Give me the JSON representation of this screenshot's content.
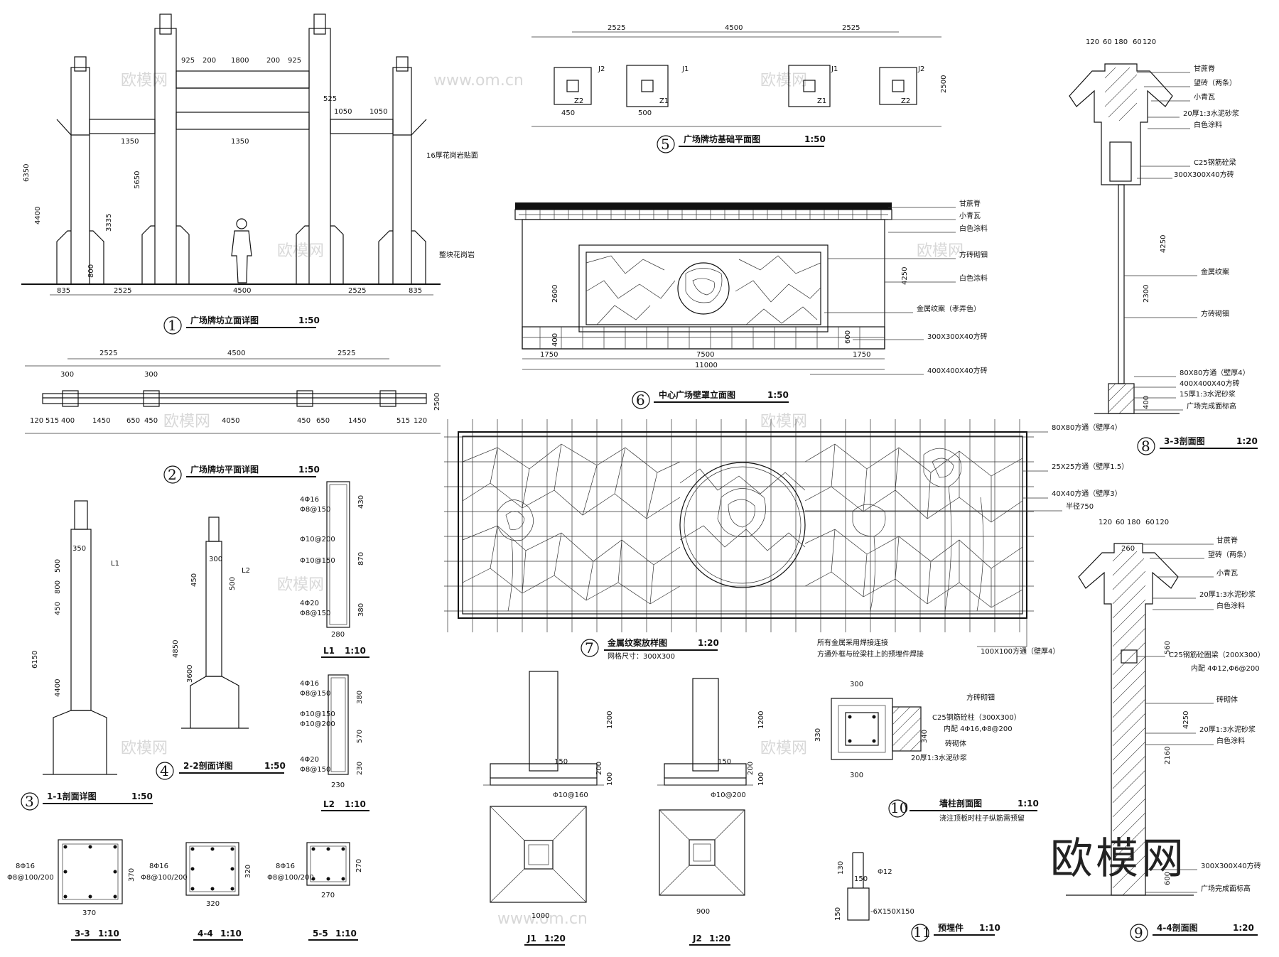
{
  "drawings": {
    "d1": {
      "num": "1",
      "title": "广场牌坊立面详图",
      "scale": "1:50",
      "dims_bottom": [
        "835",
        "2525",
        "4500",
        "2525",
        "835"
      ],
      "dims_top": [
        "925",
        "200",
        "1800",
        "200",
        "925"
      ],
      "dims_left": [
        "6350",
        "4400",
        "5650",
        "3335",
        "800"
      ],
      "dims_mid": [
        "1350",
        "1350",
        "1050",
        "1050",
        "525"
      ],
      "labels": [
        "16厚花岗岩贴面",
        "整块花岗岩"
      ]
    },
    "d2": {
      "num": "2",
      "title": "广场牌坊平面详图",
      "scale": "1:50",
      "dims_top": [
        "2525",
        "4500",
        "2525"
      ],
      "dims_bottom": [
        "120",
        "515",
        "400",
        "1450",
        "650",
        "450",
        "4050",
        "450",
        "650",
        "1450",
        "515",
        "120"
      ],
      "dims_side": [
        "2500",
        "300",
        "300"
      ]
    },
    "d3": {
      "num": "3",
      "title": "1-1剖面详图",
      "scale": "1:50",
      "dims": [
        "350",
        "500",
        "800",
        "450",
        "6150",
        "4400"
      ],
      "tag": "L1"
    },
    "d4": {
      "num": "4",
      "title": "2-2剖面详图",
      "scale": "1:50",
      "dims": [
        "300",
        "450",
        "500",
        "4850",
        "3600"
      ],
      "tag": "L2"
    },
    "d5": {
      "num": "5",
      "title": "广场牌坊基础平面图",
      "scale": "1:50",
      "dims": [
        "2525",
        "4500",
        "2525",
        "2500",
        "450",
        "500"
      ],
      "tags": [
        "J2",
        "J1",
        "J1",
        "J2",
        "Z2",
        "Z1",
        "Z1",
        "Z2"
      ]
    },
    "d6": {
      "num": "6",
      "title": "中心广场壁罩立面图",
      "scale": "1:50",
      "dims": [
        "1750",
        "7500",
        "1750",
        "11000",
        "2600",
        "4250",
        "600",
        "400"
      ],
      "labels": [
        "甘蔗脊",
        "小青瓦",
        "白色涂料",
        "方砖砌钿",
        "白色涂料",
        "金属纹案（孝弄色）",
        "300X300X40方砖",
        "400X400X40方砖"
      ]
    },
    "d7": {
      "num": "7",
      "title": "金属纹案放样图",
      "scale": "1:20",
      "subtitle": "网格尺寸：300X300",
      "labels": [
        "80X80方通（壁厚4）",
        "25X25方通（壁厚1.5）",
        "40X40方通（壁厚3）",
        "半径750",
        "100X100方通（壁厚4）"
      ],
      "notes": [
        "所有金属采用焊接连接",
        "方通外框与砼梁柱上的预埋件焊接"
      ]
    },
    "d8": {
      "num": "8",
      "title": "3-3剖面图",
      "scale": "1:20",
      "dims": [
        "120",
        "60",
        "180",
        "60",
        "120",
        "4250",
        "2300",
        "400"
      ],
      "labels": [
        "甘蔗脊",
        "望砖（两条）",
        "小青瓦",
        "20厚1:3水泥砂浆",
        "白色涂料",
        "C25钢筋砼梁",
        "300X300X40方砖",
        "金属纹案",
        "方砖砌钿",
        "80X80方通（壁厚4）",
        "400X400X40方砖",
        "15厚1:3水泥砂浆",
        "广场完成面标高"
      ]
    },
    "d9": {
      "num": "9",
      "title": "4-4剖面图",
      "scale": "1:20",
      "dims": [
        "120",
        "60",
        "180",
        "60",
        "120",
        "260",
        "4250",
        "2160",
        "560",
        "600"
      ],
      "labels": [
        "甘蔗脊",
        "望砖（两条）",
        "小青瓦",
        "20厚1:3水泥砂浆",
        "白色涂料",
        "C25钢筋砼圈梁（200X300）",
        "内配 4Φ12,Φ6@200",
        "砖砌体",
        "20厚1:3水泥砂浆",
        "白色涂料",
        "300X300X40方砖",
        "广场完成面标高"
      ]
    },
    "d10": {
      "num": "10",
      "title": "墙柱剖面图",
      "scale": "1:10",
      "note": "浇注顶板时柱子纵筋需预留",
      "dims": [
        "300",
        "300",
        "330",
        "340"
      ],
      "labels": [
        "方砖砌钿",
        "C25钢筋砼柱（300X300）",
        "内配 4Φ16,Φ8@200",
        "砖砌体",
        "20厚1:3水泥砂浆"
      ]
    },
    "d11": {
      "num": "11",
      "title": "预埋件",
      "scale": "1:10",
      "dims": [
        "150",
        "150",
        "130"
      ],
      "labels": [
        "Φ12",
        "-6X150X150"
      ]
    },
    "L1": {
      "title": "L1",
      "scale": "1:10",
      "dims": [
        "430",
        "870",
        "380",
        "280"
      ],
      "rebar": [
        "4Φ16",
        "Φ8@150",
        "Φ10@200",
        "Φ10@150",
        "4Φ20",
        "Φ8@150"
      ]
    },
    "L2": {
      "title": "L2",
      "scale": "1:10",
      "dims": [
        "380",
        "570",
        "230",
        "230"
      ],
      "rebar": [
        "4Φ16",
        "Φ8@150",
        "Φ10@150",
        "Φ10@200",
        "4Φ20",
        "Φ8@150"
      ]
    },
    "S33": {
      "title": "3-3",
      "scale": "1:10",
      "dims": [
        "370",
        "370"
      ],
      "rebar": [
        "8Φ16",
        "Φ8@100/200"
      ]
    },
    "S44": {
      "title": "4-4",
      "scale": "1:10",
      "dims": [
        "320",
        "320"
      ],
      "rebar": [
        "8Φ16",
        "Φ8@100/200"
      ]
    },
    "S55": {
      "title": "5-5",
      "scale": "1:10",
      "dims": [
        "270",
        "270"
      ],
      "rebar": [
        "8Φ16",
        "Φ8@100/200"
      ]
    },
    "J1": {
      "title": "J1",
      "scale": "1:20",
      "dims": [
        "1000",
        "1200",
        "100",
        "200",
        "150"
      ],
      "rebar": [
        "Φ10@160"
      ]
    },
    "J2": {
      "title": "J2",
      "scale": "1:20",
      "dims": [
        "900",
        "1200",
        "100",
        "200",
        "150"
      ],
      "rebar": [
        "Φ10@200"
      ]
    }
  },
  "watermark": {
    "text": "欧模网",
    "domain": "www.om.cn"
  },
  "logo": "欧模网"
}
